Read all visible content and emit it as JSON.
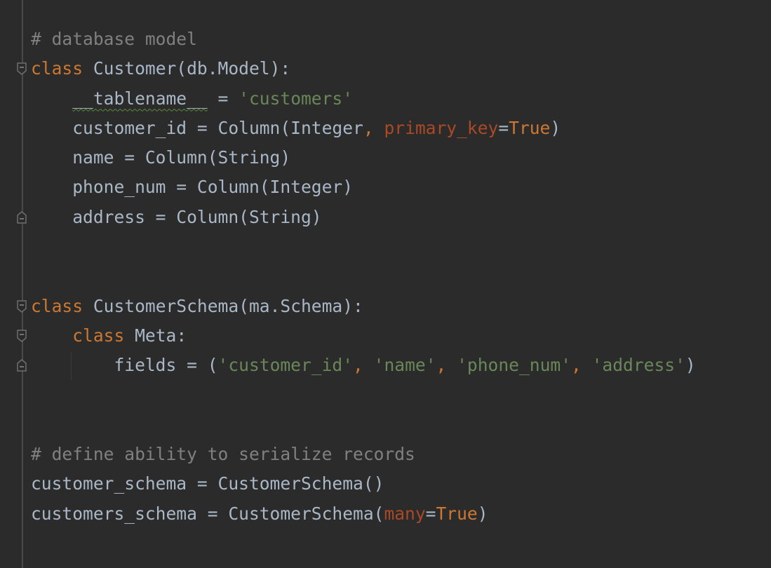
{
  "colors": {
    "background": "#2b2b2b",
    "text": "#a9b7c6",
    "keyword": "#cc7832",
    "string": "#6a8759",
    "comment": "#808080",
    "kwarg": "#aa4926"
  },
  "code_lines": [
    [
      {
        "t": "com",
        "v": "# database model"
      }
    ],
    [
      {
        "t": "kw",
        "v": "class"
      },
      {
        "t": "",
        "v": " Customer(db.Model):"
      }
    ],
    [
      {
        "t": "",
        "v": "    "
      },
      {
        "t": "warn",
        "v": "__tablename__"
      },
      {
        "t": "",
        "v": " = "
      },
      {
        "t": "str",
        "v": "'customers'"
      }
    ],
    [
      {
        "t": "",
        "v": "    customer_id = Column(Integer"
      },
      {
        "t": "kw",
        "v": ", "
      },
      {
        "t": "kwarg",
        "v": "primary_key"
      },
      {
        "t": "",
        "v": "="
      },
      {
        "t": "kw",
        "v": "True"
      },
      {
        "t": "",
        "v": ")"
      }
    ],
    [
      {
        "t": "",
        "v": "    name = Column(String)"
      }
    ],
    [
      {
        "t": "",
        "v": "    phone_num = Column(Integer)"
      }
    ],
    [
      {
        "t": "",
        "v": "    address = Column(String)"
      }
    ],
    [],
    [],
    [
      {
        "t": "kw",
        "v": "class"
      },
      {
        "t": "",
        "v": " CustomerSchema(ma.Schema):"
      }
    ],
    [
      {
        "t": "",
        "v": "    "
      },
      {
        "t": "kw",
        "v": "class"
      },
      {
        "t": "",
        "v": " Meta:"
      }
    ],
    [
      {
        "t": "",
        "v": "        fields = ("
      },
      {
        "t": "str",
        "v": "'customer_id'"
      },
      {
        "t": "kw",
        "v": ", "
      },
      {
        "t": "str",
        "v": "'name'"
      },
      {
        "t": "kw",
        "v": ", "
      },
      {
        "t": "str",
        "v": "'phone_num'"
      },
      {
        "t": "kw",
        "v": ", "
      },
      {
        "t": "str",
        "v": "'address'"
      },
      {
        "t": "",
        "v": ")"
      }
    ],
    [],
    [],
    [
      {
        "t": "com",
        "v": "# define ability to serialize records"
      }
    ],
    [
      {
        "t": "",
        "v": "customer_schema = CustomerSchema()"
      }
    ],
    [
      {
        "t": "",
        "v": "customers_schema = CustomerSchema("
      },
      {
        "t": "kwarg",
        "v": "many"
      },
      {
        "t": "",
        "v": "="
      },
      {
        "t": "kw",
        "v": "True"
      },
      {
        "t": "",
        "v": ")"
      }
    ]
  ],
  "fold_markers": [
    {
      "line": 2,
      "kind": "open"
    },
    {
      "line": 7,
      "kind": "close"
    },
    {
      "line": 10,
      "kind": "open"
    },
    {
      "line": 11,
      "kind": "open"
    },
    {
      "line": 12,
      "kind": "close"
    }
  ]
}
